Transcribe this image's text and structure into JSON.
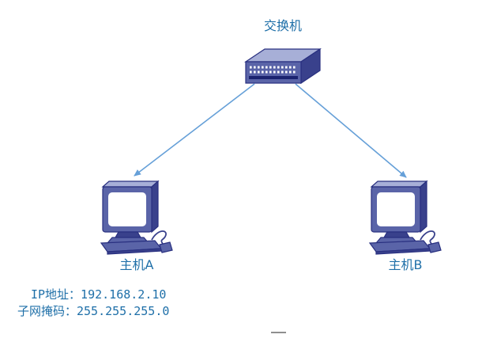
{
  "diagram": {
    "nodes": {
      "switch": {
        "label": "交换机",
        "type": "switch"
      },
      "host_a": {
        "label": "主机A",
        "type": "computer"
      },
      "host_b": {
        "label": "主机B",
        "type": "computer"
      }
    },
    "links": [
      {
        "from": "switch",
        "to": "host_a",
        "style": "arrow"
      },
      {
        "from": "switch",
        "to": "host_b",
        "style": "arrow"
      }
    ],
    "annotation": {
      "ip_label": "IP地址：192.168.2.10",
      "subnet_label": "子网掩码：255.255.255.0"
    },
    "colors": {
      "text_blue": "#1e6fa8",
      "connector_blue": "#66a0d8",
      "device_front": "#5a64a8",
      "device_top": "#a7afd7",
      "device_side": "#39418c",
      "device_outline": "#293080",
      "port_slot": "#1b2370",
      "screen_white": "#ffffff"
    }
  }
}
